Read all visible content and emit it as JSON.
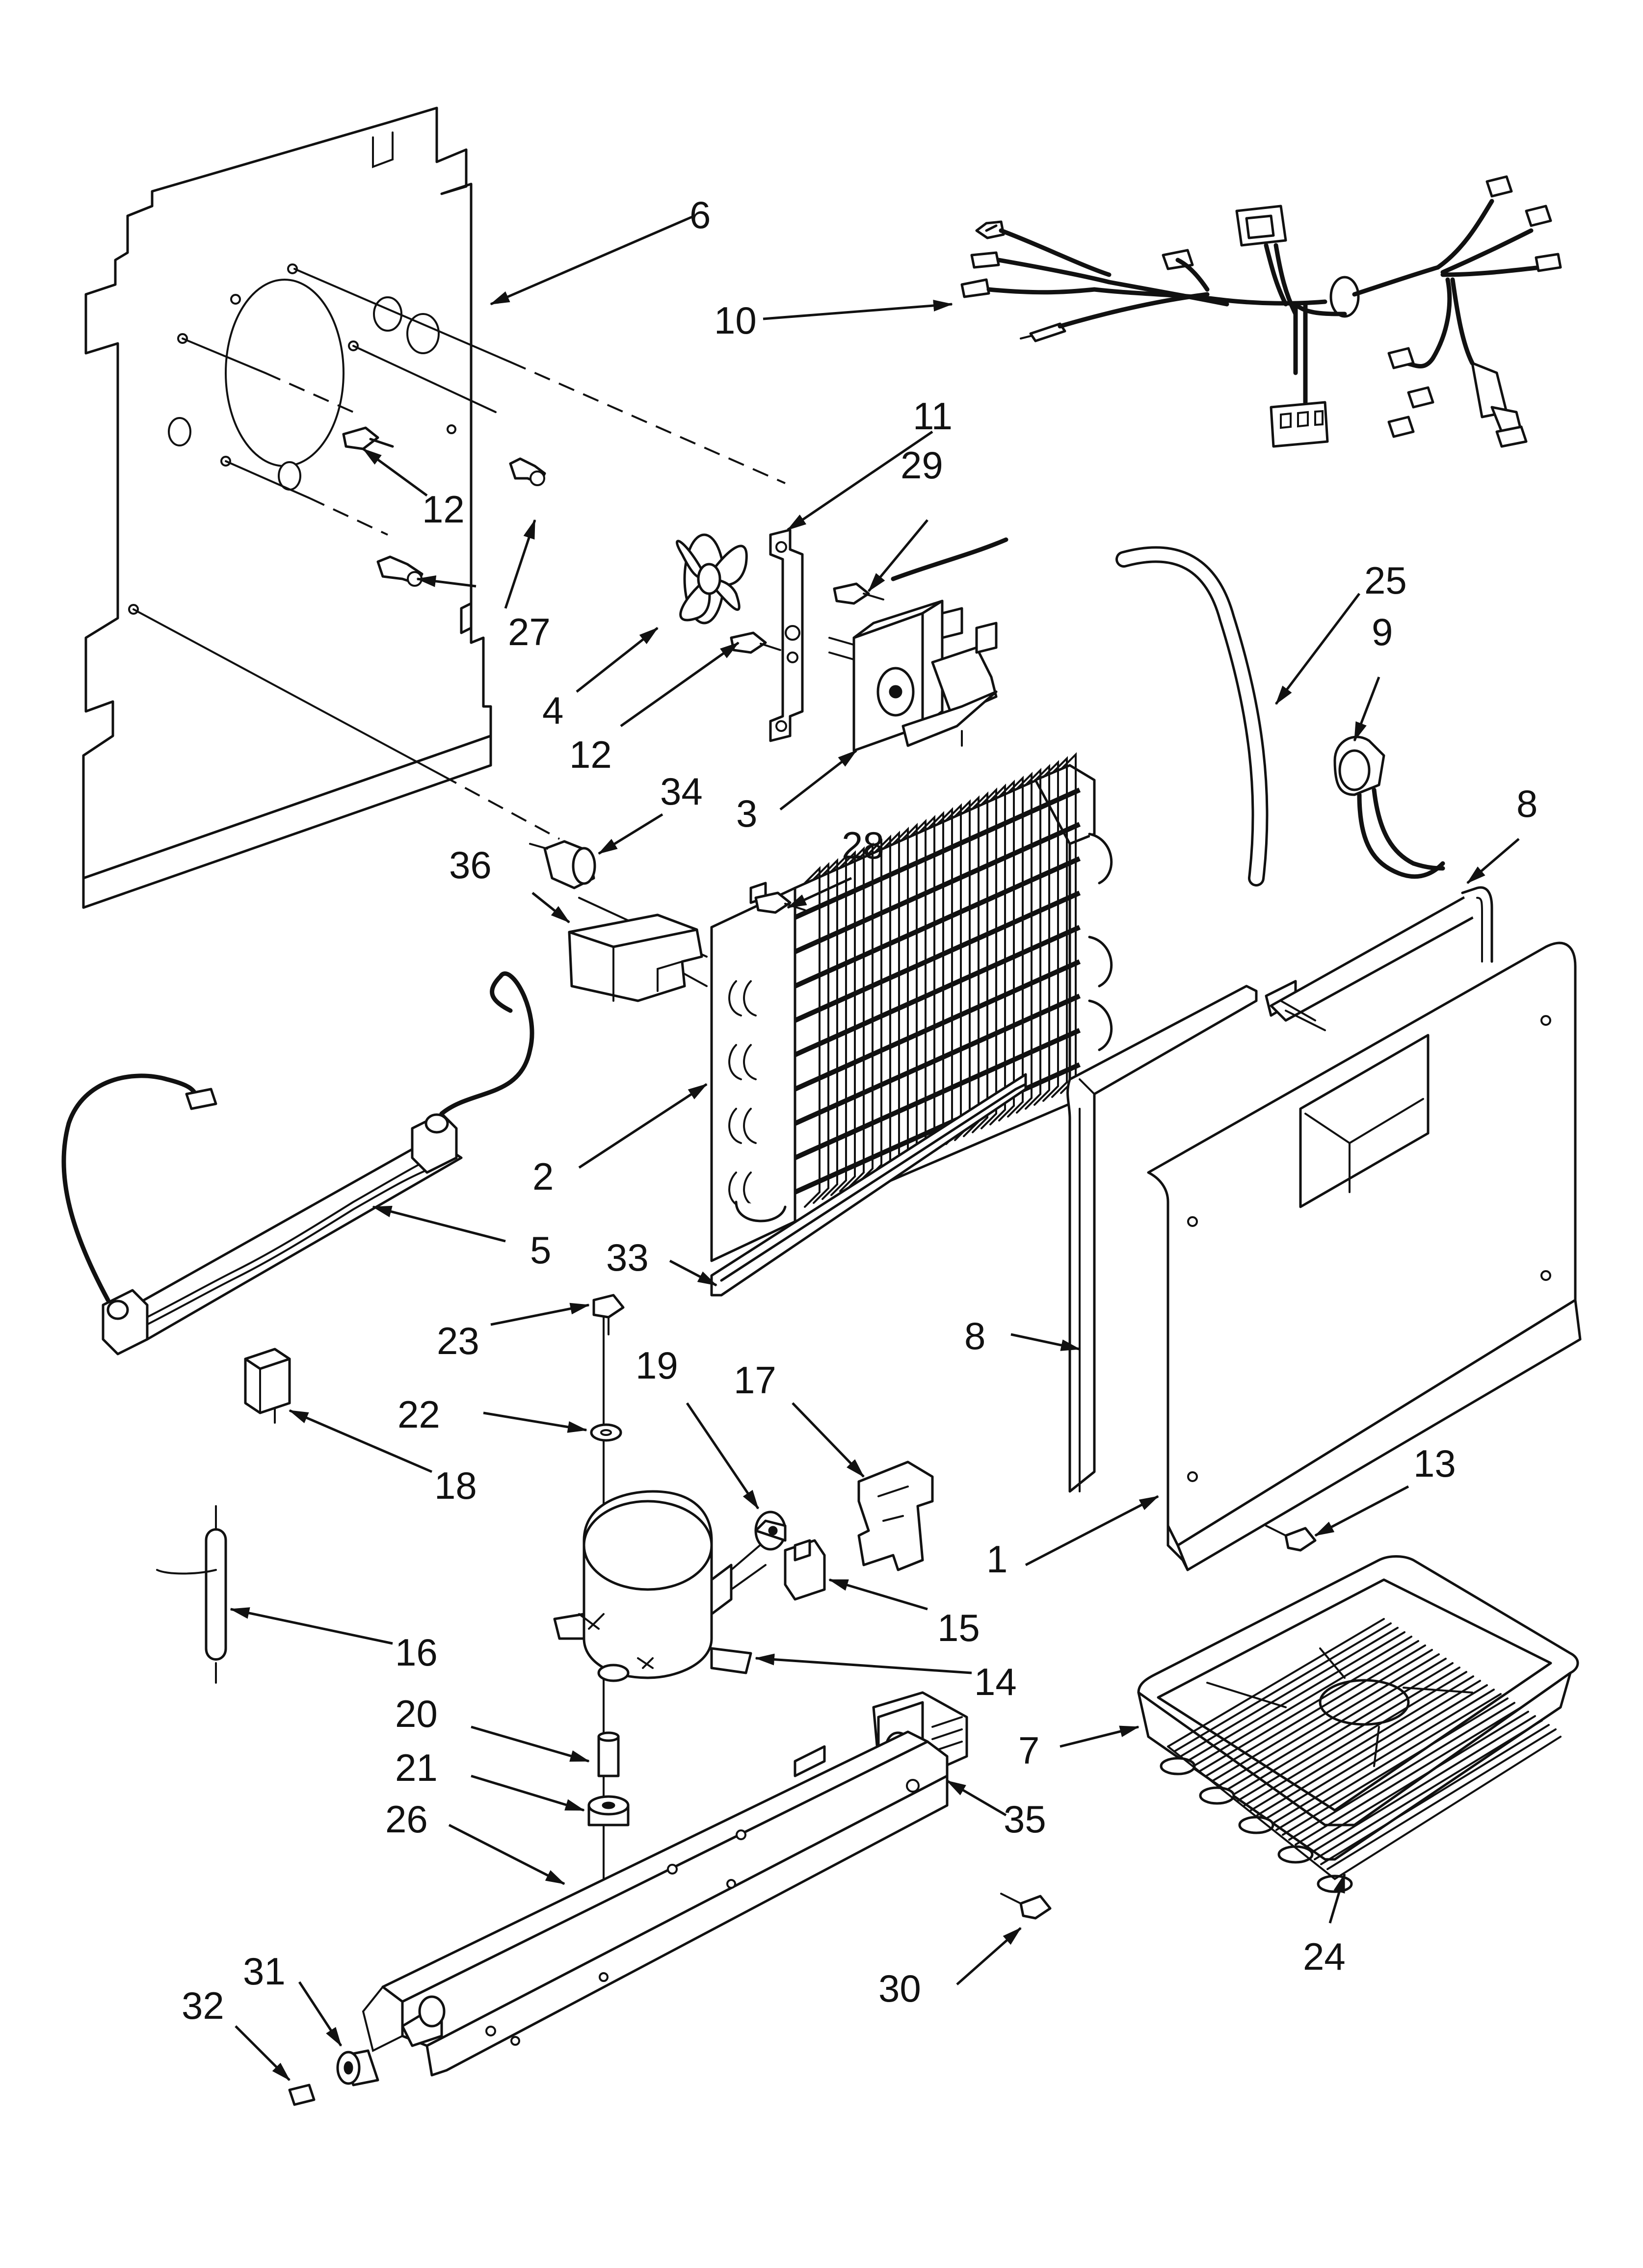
{
  "diagram": {
    "callouts": [
      {
        "id": "c1",
        "text": "1"
      },
      {
        "id": "c2",
        "text": "2"
      },
      {
        "id": "c3",
        "text": "3"
      },
      {
        "id": "c4",
        "text": "4"
      },
      {
        "id": "c5",
        "text": "5"
      },
      {
        "id": "c6",
        "text": "6"
      },
      {
        "id": "c7",
        "text": "7"
      },
      {
        "id": "c8a",
        "text": "8"
      },
      {
        "id": "c8b",
        "text": "8"
      },
      {
        "id": "c9",
        "text": "9"
      },
      {
        "id": "c10",
        "text": "10"
      },
      {
        "id": "c11",
        "text": "11"
      },
      {
        "id": "c12a",
        "text": "12"
      },
      {
        "id": "c12b",
        "text": "12"
      },
      {
        "id": "c13",
        "text": "13"
      },
      {
        "id": "c14",
        "text": "14"
      },
      {
        "id": "c15",
        "text": "15"
      },
      {
        "id": "c16",
        "text": "16"
      },
      {
        "id": "c17",
        "text": "17"
      },
      {
        "id": "c18",
        "text": "18"
      },
      {
        "id": "c19",
        "text": "19"
      },
      {
        "id": "c20",
        "text": "20"
      },
      {
        "id": "c21",
        "text": "21"
      },
      {
        "id": "c22",
        "text": "22"
      },
      {
        "id": "c23",
        "text": "23"
      },
      {
        "id": "c24",
        "text": "24"
      },
      {
        "id": "c25",
        "text": "25"
      },
      {
        "id": "c26",
        "text": "26"
      },
      {
        "id": "c27",
        "text": "27"
      },
      {
        "id": "c28",
        "text": "28"
      },
      {
        "id": "c29",
        "text": "29"
      },
      {
        "id": "c30",
        "text": "30"
      },
      {
        "id": "c31",
        "text": "31"
      },
      {
        "id": "c32",
        "text": "32"
      },
      {
        "id": "c33",
        "text": "33"
      },
      {
        "id": "c34",
        "text": "34"
      },
      {
        "id": "c36",
        "text": "36"
      },
      {
        "id": "c35",
        "text": "35"
      }
    ]
  }
}
